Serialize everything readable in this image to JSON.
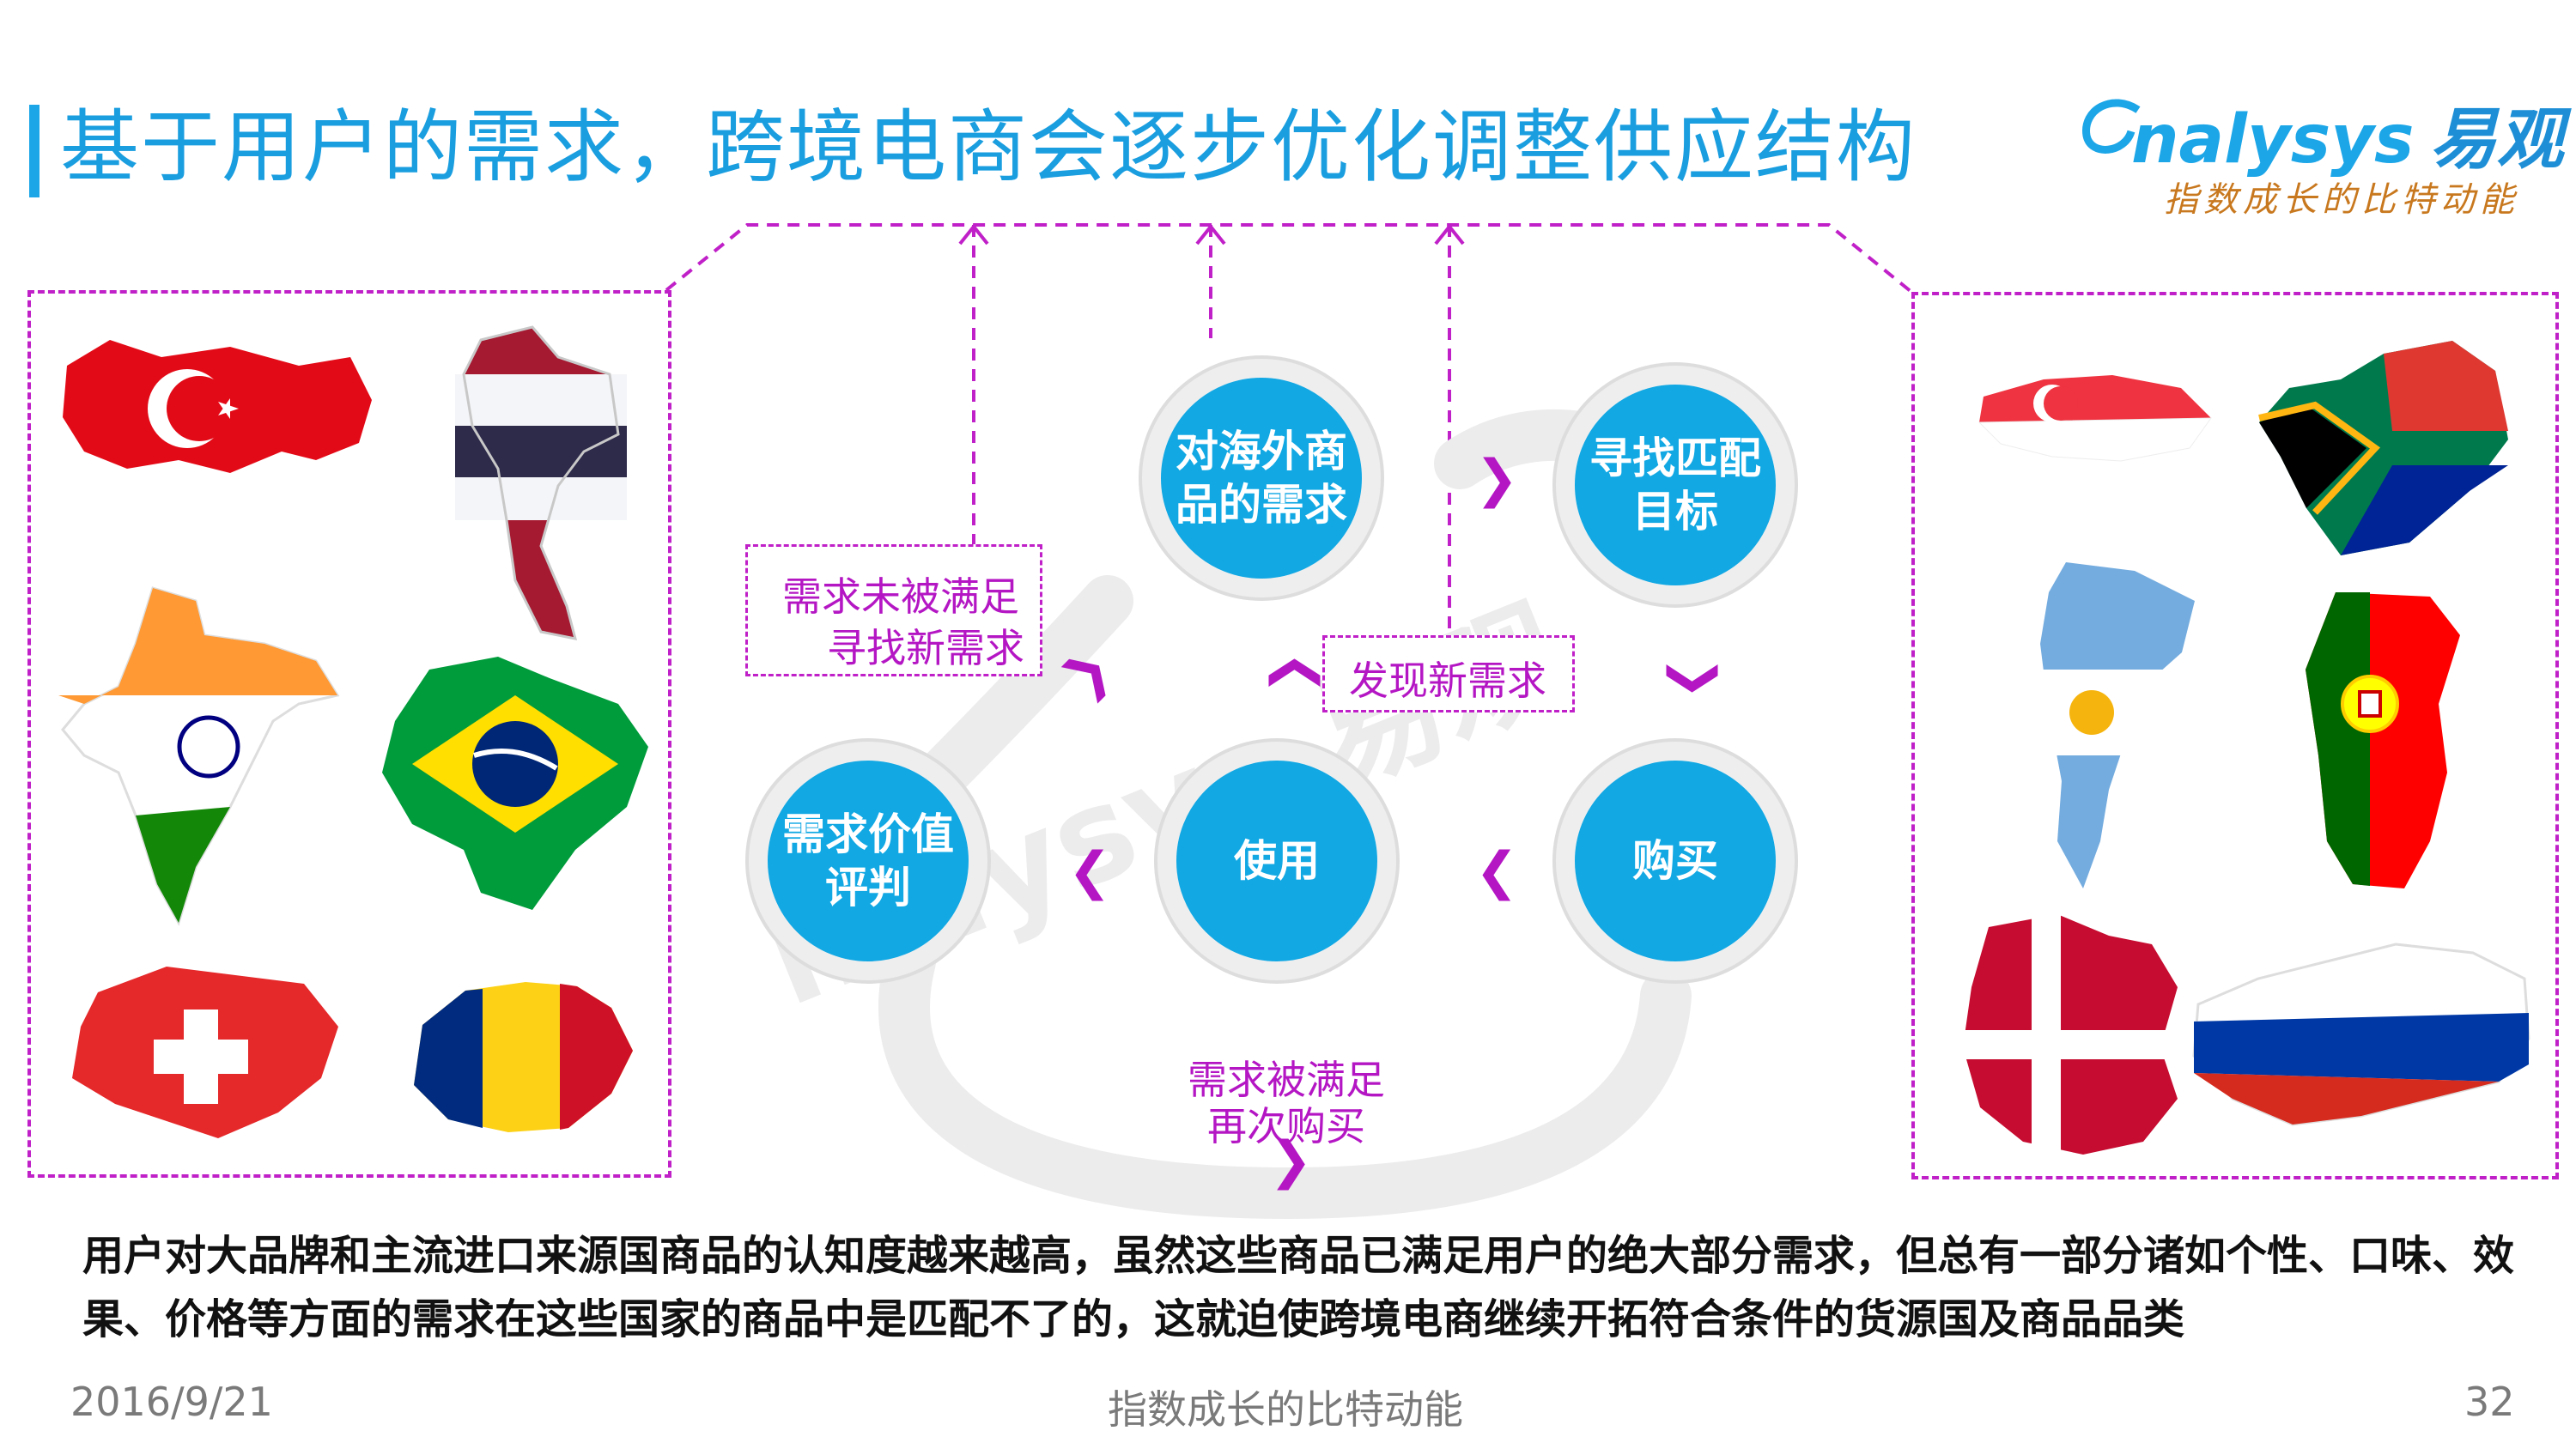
{
  "title": "基于用户的需求，跨境电商会逐步优化调整供应结构",
  "logo": {
    "brand": "nalysys",
    "brand_cn": "易观",
    "slogan": "指数成长的比特动能"
  },
  "cycle": {
    "nodes": {
      "demand": "对海外商品的需求",
      "find": "寻找匹配目标",
      "buy": "购买",
      "use": "使用",
      "evaluate": "需求价值评判"
    },
    "labels": {
      "unmet_line1": "需求未被满足",
      "unmet_line2": "寻找新需求",
      "new_demand": "发现新需求",
      "met_line1": "需求被满足",
      "met_line2": "再次购买"
    }
  },
  "left_countries": [
    "turkey-flag-map",
    "thailand-flag-map",
    "india-flag-map",
    "brazil-flag-map",
    "switzerland-flag-map",
    "romania-flag-map"
  ],
  "right_countries": [
    "singapore-flag-map",
    "south-africa-flag-map",
    "argentina-flag-map",
    "portugal-flag-map",
    "denmark-flag-map",
    "russia-flag-map"
  ],
  "body_text": "用户对大品牌和主流进口来源国商品的认知度越来越高，虽然这些商品已满足用户的绝大部分需求，但总有一部分诸如个性、口味、效果、价格等方面的需求在这些国家的商品中是匹配不了的，这就迫使跨境电商继续开拓符合条件的货源国及商品品类",
  "footer": {
    "date": "2016/9/21",
    "slogan": "指数成长的比特动能",
    "page": "32"
  },
  "colors": {
    "accent": "#1ca6e8",
    "node": "#11a8e4",
    "dash": "#c020c8",
    "label": "#b416c4"
  }
}
